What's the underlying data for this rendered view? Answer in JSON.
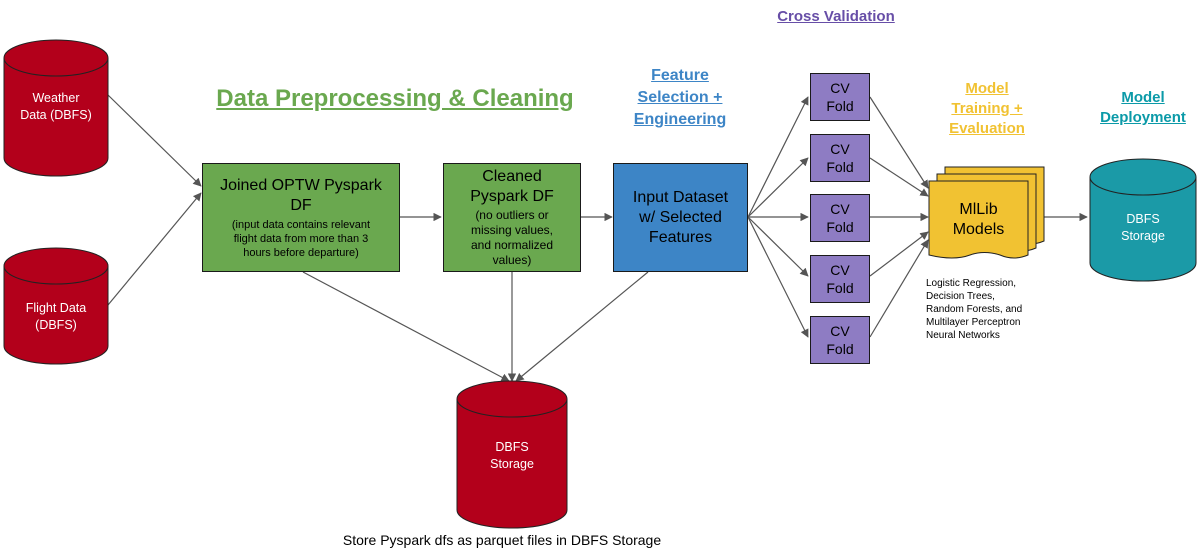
{
  "headings": {
    "cross_validation": "Cross Validation",
    "preprocessing": "Data Preprocessing & Cleaning",
    "feature_line1": "Feature",
    "feature_line2": "Selection +",
    "feature_line3": "Engineering",
    "model_training_line1": "Model",
    "model_training_line2": "Training +",
    "model_training_line3": "Evaluation",
    "model_deployment_line1": "Model",
    "model_deployment_line2": "Deployment"
  },
  "sources": {
    "weather_line1": "Weather",
    "weather_line2": "Data (DBFS)",
    "flight_line1": "Flight Data",
    "flight_line2": "(DBFS)"
  },
  "boxes": {
    "joined_title_line1": "Joined OPTW Pyspark",
    "joined_title_line2": "DF",
    "joined_sub_line1": "(input data contains relevant",
    "joined_sub_line2": "flight data from more than 3",
    "joined_sub_line3": "hours before departure)",
    "cleaned_title_line1": "Cleaned",
    "cleaned_title_line2": "Pyspark DF",
    "cleaned_sub_line1": "(no outliers or",
    "cleaned_sub_line2": "missing values,",
    "cleaned_sub_line3": "and normalized",
    "cleaned_sub_line4": "values)",
    "input_line1": "Input Dataset",
    "input_line2": "w/ Selected",
    "input_line3": "Features"
  },
  "cv_folds": [
    {
      "line1": "CV",
      "line2": "Fold"
    },
    {
      "line1": "CV",
      "line2": "Fold"
    },
    {
      "line1": "CV",
      "line2": "Fold"
    },
    {
      "line1": "CV",
      "line2": "Fold"
    },
    {
      "line1": "CV",
      "line2": "Fold"
    }
  ],
  "models": {
    "line1": "MlLib",
    "line2": "Models",
    "list": [
      "Logistic Regression,",
      "Decision Trees,",
      "Random Forests, and",
      "Multilayer Perceptron",
      "Neural Networks"
    ]
  },
  "storage": {
    "dbfs_line1": "DBFS",
    "dbfs_line2": "Storage",
    "deploy_line1": "DBFS",
    "deploy_line2": "Storage"
  },
  "footer": "Store Pyspark dfs as parquet files in DBFS Storage",
  "colors": {
    "preprocessing": "#6aa84f",
    "feature": "#3d85c6",
    "cross_validation": "#674ea7",
    "model_training": "#f1c232",
    "deployment": "#0b9aa8",
    "red_cylinder": "#b3001b",
    "teal_cylinder": "#1b9aa7",
    "arrow": "#555555"
  }
}
